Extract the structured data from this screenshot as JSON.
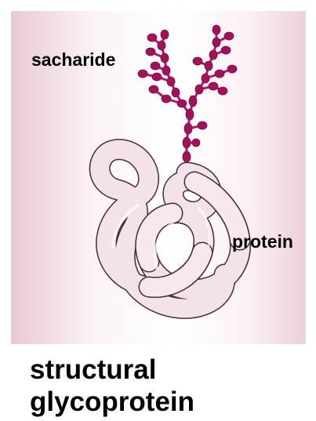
{
  "labels": {
    "saccharide": "sacharide",
    "protein": "protein"
  },
  "caption": {
    "line1": "structural",
    "line2": "glycoprotein"
  },
  "colors": {
    "background_edge": "#e8c9d6",
    "background_center": "#ffffff",
    "sugar_bead": "#a0125a",
    "sugar_link": "#b01a68",
    "protein_fill": "#f4e4ec",
    "protein_outline": "#4a2a38",
    "text": "#000000"
  }
}
